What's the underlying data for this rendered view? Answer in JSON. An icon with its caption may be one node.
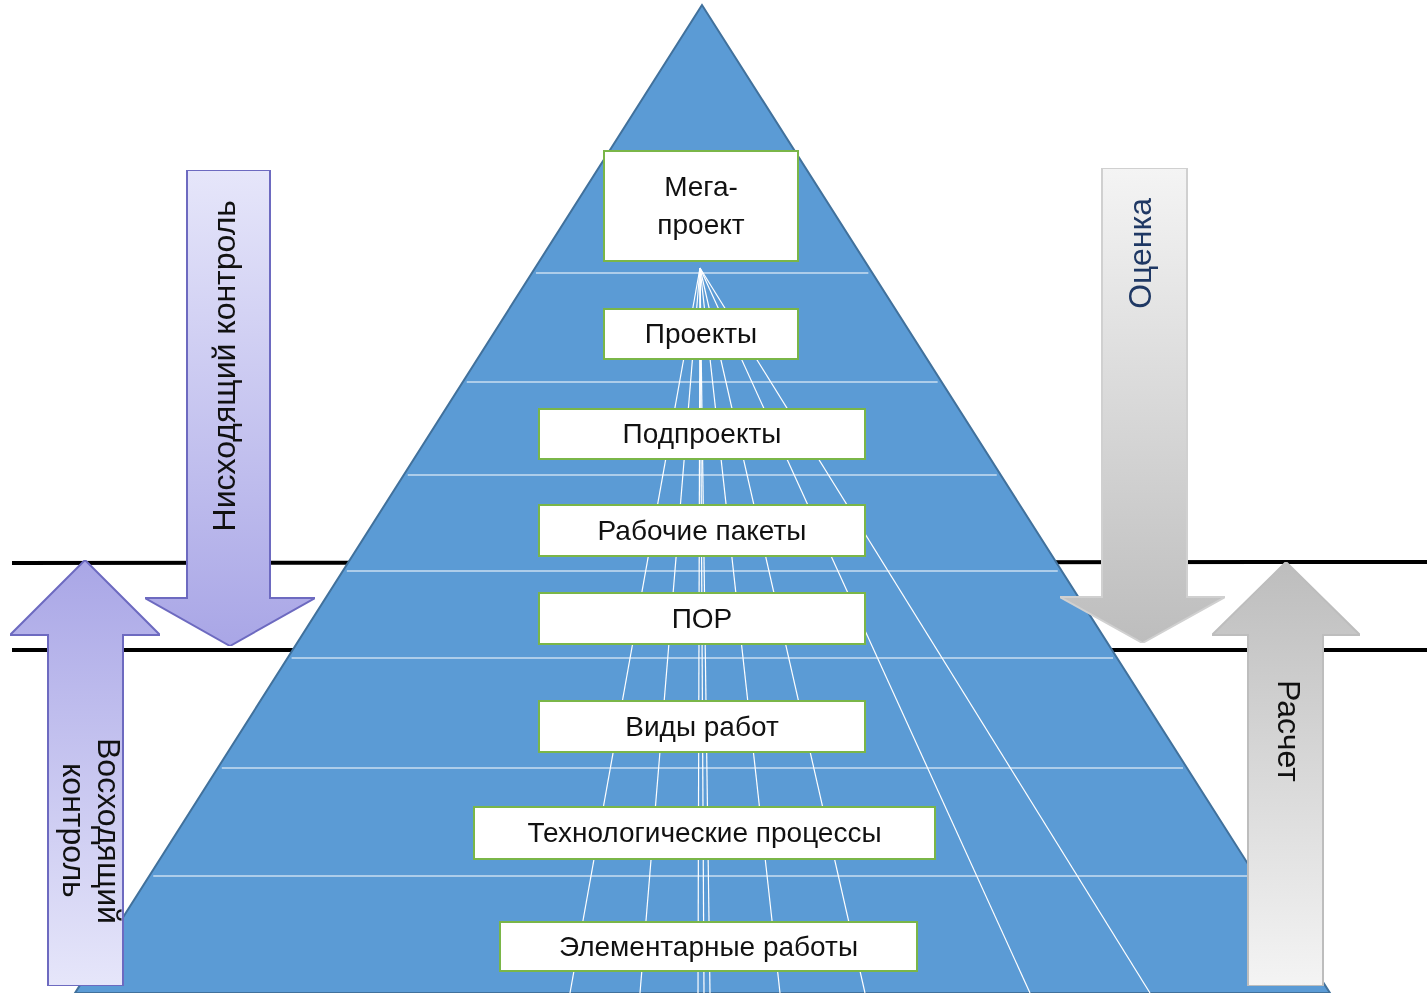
{
  "diagram": {
    "nodes": [
      {
        "text": [
          "Мега-проект"
        ]
      },
      {
        "text": [
          "Проекты"
        ]
      },
      {
        "text": [
          "Подпроекты"
        ]
      },
      {
        "text": [
          "Рабочие пакеты"
        ]
      },
      {
        "text": [
          "ПОР"
        ]
      },
      {
        "text": [
          "Виды работ"
        ]
      },
      {
        "text": [
          "Технологические процессы"
        ]
      },
      {
        "text": [
          "Элементарные работы"
        ]
      },
      {
        "text": [
          "Нисходящий контроль"
        ]
      },
      {
        "text": [
          "Восходящий контроль"
        ]
      },
      {
        "text": [
          "Оценка"
        ]
      },
      {
        "text": [
          "Расчет"
        ]
      }
    ],
    "edges": []
  }
}
